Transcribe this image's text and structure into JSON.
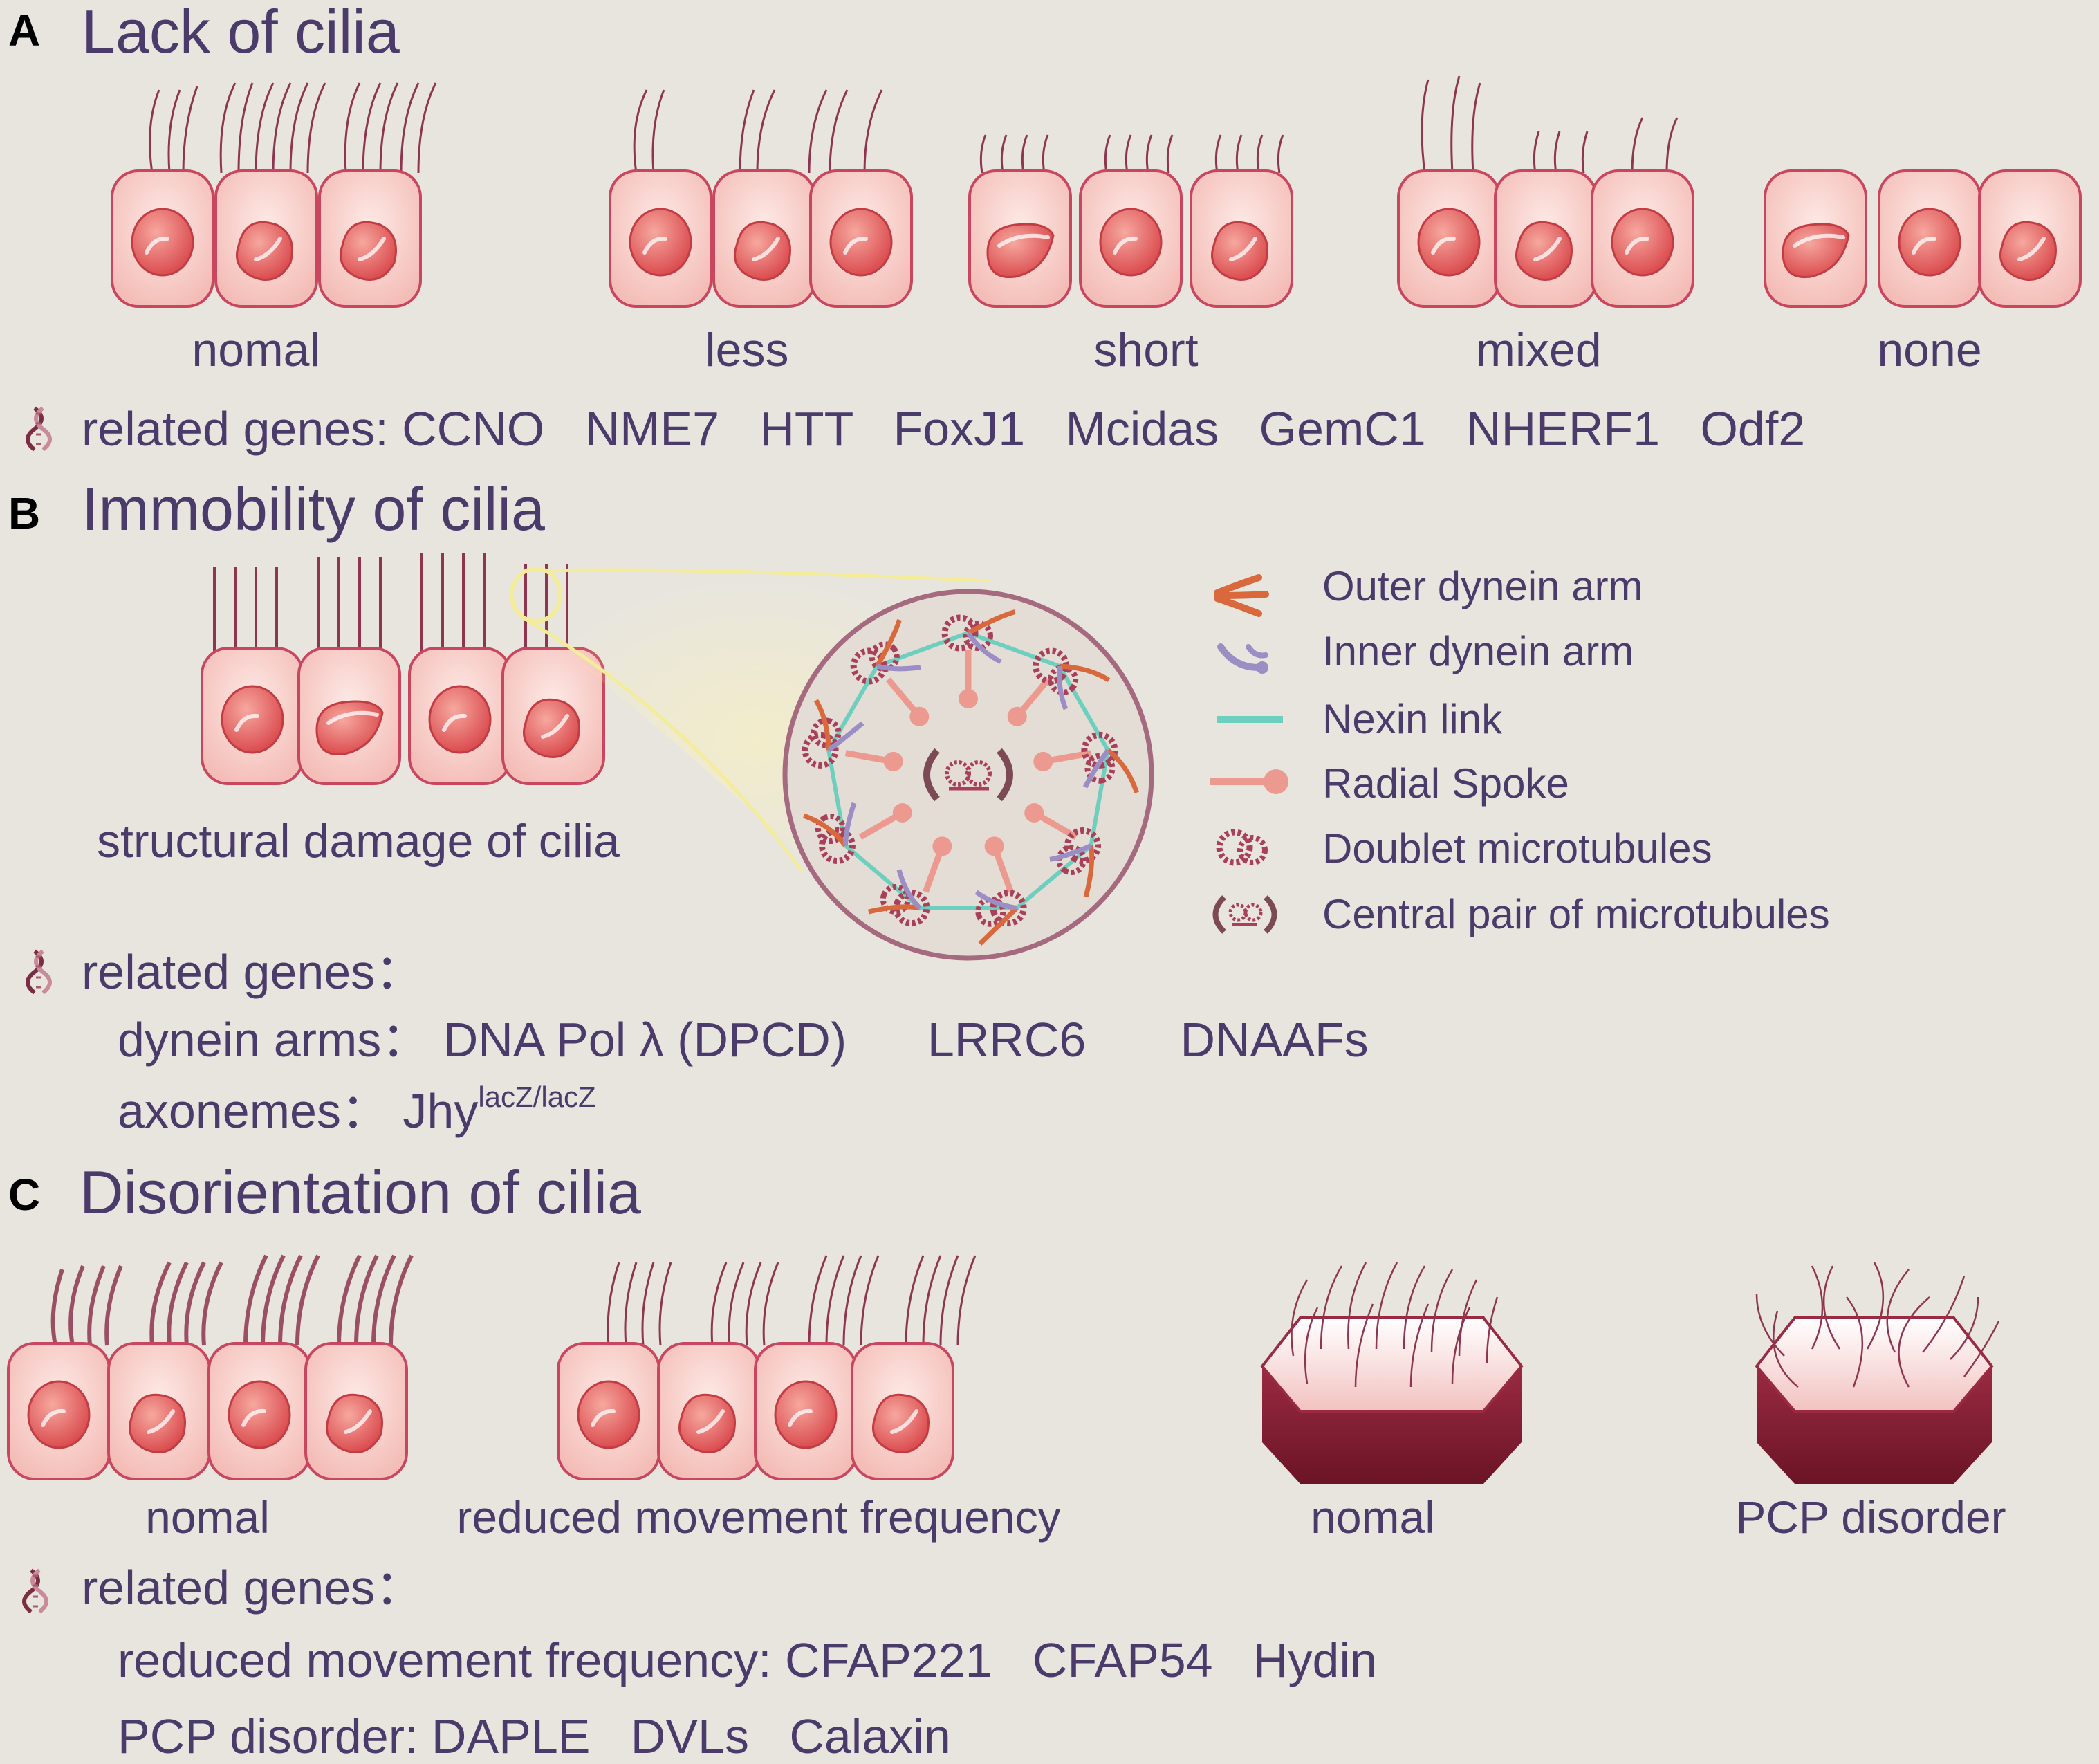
{
  "panels": {
    "a": {
      "letter": "A",
      "title": "Lack of cilia",
      "labels": [
        "nomal",
        "less",
        "short",
        "mixed",
        "none"
      ],
      "genes": "related genes: CCNO   NME7   HTT   FoxJ1   Mcidas   GemC1   NHERF1   Odf2"
    },
    "b": {
      "letter": "B",
      "title": "Immobility of cilia",
      "caption": "structural damage of cilia",
      "genes_heading": "related genes：",
      "dynein": "dynein arms： DNA Pol λ (DPCD)      LRRC6       DNAAFs",
      "axonemes": "axonemes： Jhy",
      "axonemes_sup": "lacZ/lacZ",
      "legend": [
        "Outer dynein arm",
        "Inner dynein arm",
        "Nexin link",
        "Radial Spoke",
        "Doublet microtubules",
        "Central pair of microtubules"
      ]
    },
    "c": {
      "letter": "C",
      "title": "Disorientation of cilia",
      "labels": [
        "nomal",
        "reduced movement frequency",
        "nomal",
        "PCP disorder"
      ],
      "genes_heading": "related genes：",
      "rmf": "reduced movement frequency: CFAP221   CFAP54   Hydin",
      "pcp": "PCP disorder: DAPLE   DVLs   Calaxin"
    }
  },
  "colors": {
    "background": "#e8e5df",
    "text": "#4b3b6a",
    "cell_fill": "#f8d3cf",
    "cell_stroke": "#c9475e",
    "nucleus": "#e5605f",
    "cilia": "#8e3550",
    "outer_dynein": "#d9683d",
    "inner_dynein": "#9b8ec4",
    "nexin": "#6fcfbe",
    "radial_spoke": "#ec9a90",
    "block_side": "#7d1b30"
  },
  "icons": [
    "dna-icon"
  ]
}
